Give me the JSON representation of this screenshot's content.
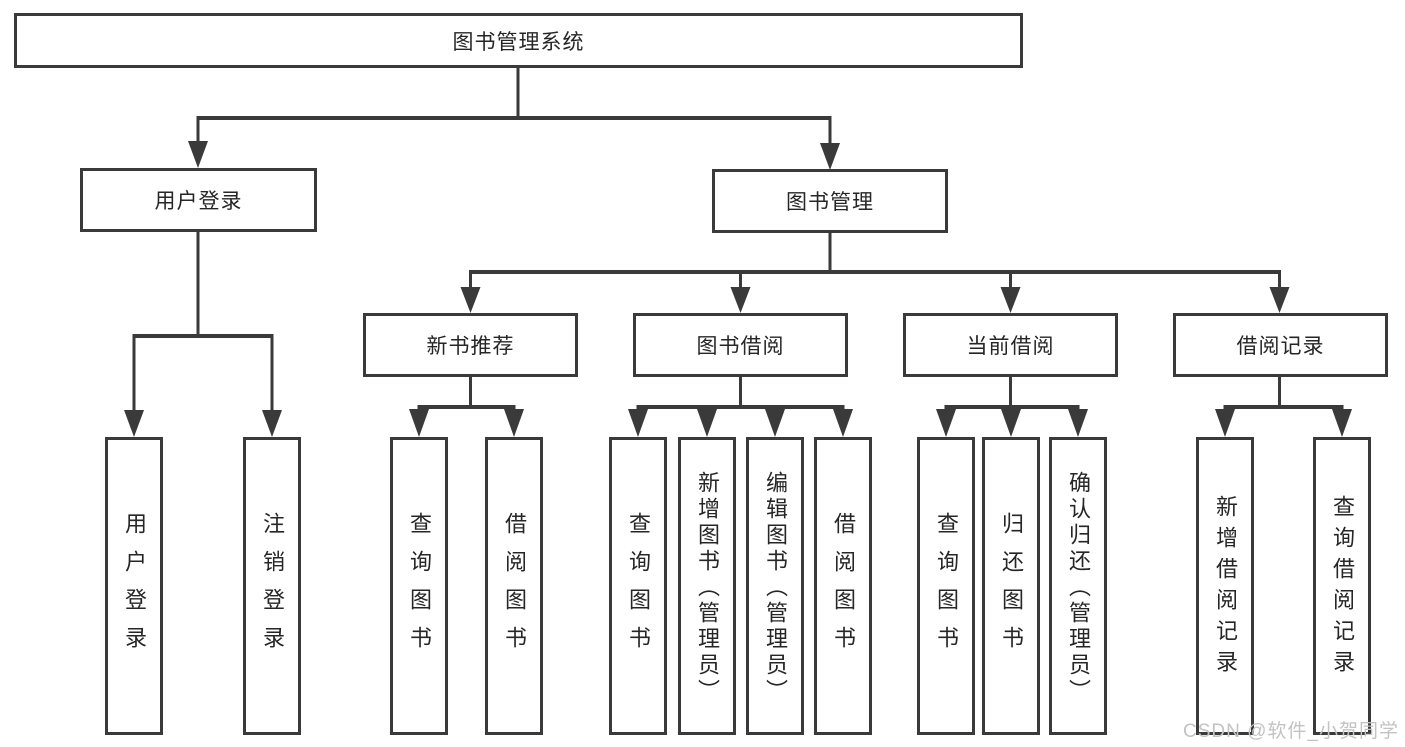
{
  "diagram": {
    "root": {
      "label": "图书管理系统"
    },
    "level2": {
      "user_login": {
        "label": "用户登录"
      },
      "book_mgmt": {
        "label": "图书管理"
      }
    },
    "level3": {
      "new_books": {
        "label": "新书推荐"
      },
      "book_borrow": {
        "label": "图书借阅"
      },
      "current_borrow": {
        "label": "当前借阅"
      },
      "borrow_records": {
        "label": "借阅记录"
      }
    },
    "leaves": {
      "user_login": [
        "用户登录",
        "注销登录"
      ],
      "new_books": [
        "查询图书",
        "借阅图书"
      ],
      "book_borrow": [
        "查询图书",
        "新增图书（管理员）",
        "编辑图书（管理员）",
        "借阅图书"
      ],
      "current_borrow": [
        "查询图书",
        "归还图书",
        "确认归还（管理员）"
      ],
      "borrow_records": [
        "新增借阅记录",
        "查询借阅记录"
      ]
    },
    "watermark": "CSDN @软件_小贺同学",
    "colors": {
      "line": "#3a3a3a",
      "text": "#262626",
      "background": "#ffffff",
      "watermark": "#c3c3c3"
    }
  }
}
